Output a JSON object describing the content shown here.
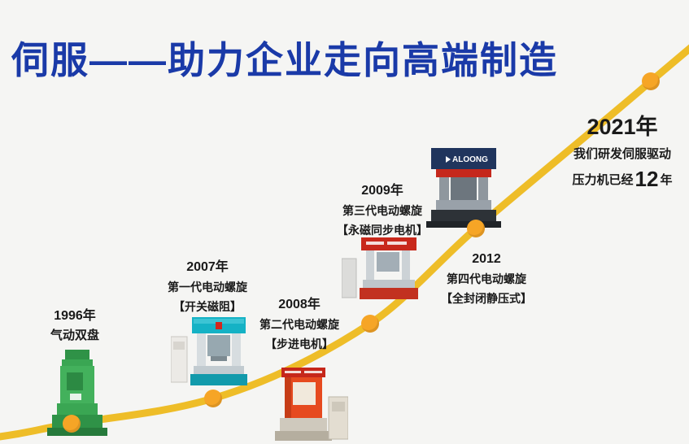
{
  "theme": {
    "background": "#f5f5f3",
    "title_color": "#1a3aa8",
    "curve_color": "#eebd28",
    "marker_color": "#f6a526",
    "text_color": "#1a1a1a"
  },
  "header": {
    "title": "伺服——助力企业走向高端制造"
  },
  "milestones": [
    {
      "year": "1996年",
      "lines": [
        "气动双盘"
      ]
    },
    {
      "year": "2007年",
      "lines": [
        "第一代电动螺旋",
        "【开关磁阻】"
      ]
    },
    {
      "year": "2008年",
      "lines": [
        "第二代电动螺旋",
        "【步进电机】"
      ]
    },
    {
      "year": "2009年",
      "lines": [
        "第三代电动螺旋",
        "【永磁同步电机】"
      ]
    },
    {
      "year": "2012",
      "lines": [
        "第四代电动螺旋",
        "【全封闭静压式】"
      ]
    },
    {
      "year": "2021年",
      "lines": [
        "我们研发伺服驱动"
      ],
      "years_prefix": "压力机已经",
      "years_value": "12",
      "years_suffix": "年"
    }
  ],
  "machines": {
    "brand_2012": "ALOONG"
  }
}
